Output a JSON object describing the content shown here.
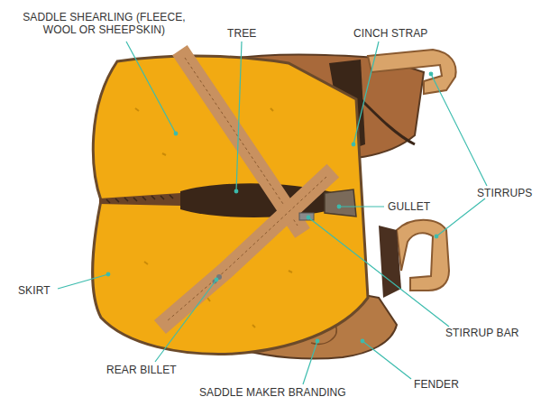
{
  "diagram": {
    "labels": [
      "SADDLE SHEARLING (FLEECE, WOOL OR SHEEPSKIN)",
      "TREE",
      "CINCH STRAP",
      "GULLET",
      "STIRRUPS",
      "SKIRT",
      "STIRRUP BAR",
      "REAR BILLET",
      "FENDER",
      "SADDLE MAKER BRANDING"
    ]
  }
}
